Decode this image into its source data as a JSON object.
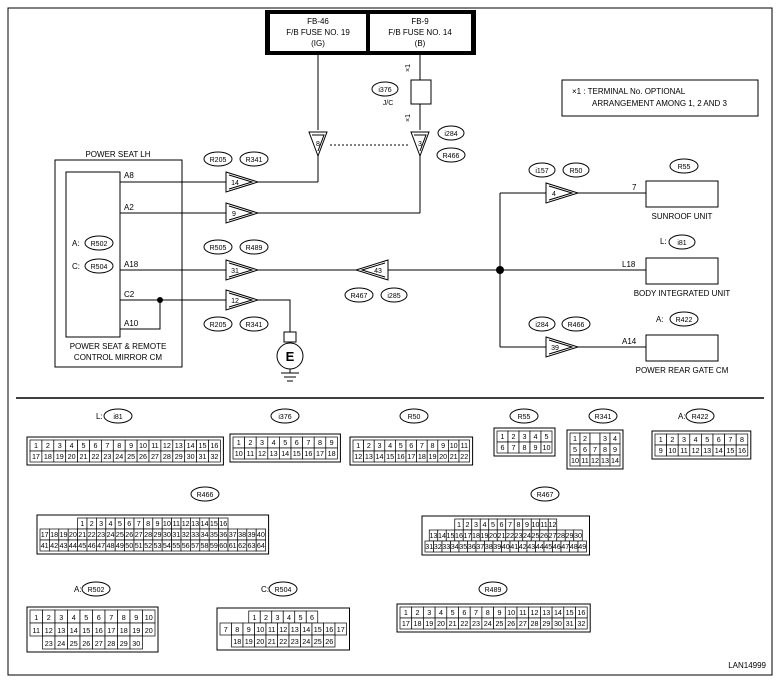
{
  "fuses": [
    {
      "id": "FB-46",
      "name": "F/B FUSE NO. 19",
      "sub": "(IG)"
    },
    {
      "id": "FB-9",
      "name": "F/B FUSE NO. 14",
      "sub": "(B)"
    }
  ],
  "note": {
    "mark": "×1",
    "line1": "×1 : TERMINAL No. OPTIONAL",
    "line2": "ARRANGEMENT AMONG 1, 2 AND 3"
  },
  "jc": {
    "conn": "i376",
    "label": "J/C",
    "star": "×1"
  },
  "power_seat": {
    "title": "POWER SEAT LH",
    "bottom1": "POWER SEAT & REMOTE",
    "bottom2": "CONTROL MIRROR CM",
    "conn_a": "R502",
    "conn_c": "R504",
    "prefix_a": "A:",
    "prefix_c": "C:"
  },
  "pins": {
    "a8": "A8",
    "a2": "A2",
    "a18": "A18",
    "c2": "C2",
    "a10": "A10"
  },
  "connectors": {
    "r205": "R205",
    "r341": "R341",
    "r505": "R505",
    "r489": "R489",
    "r467": "R467",
    "i285": "i285",
    "i284": "i284",
    "r466": "R466",
    "i157": "i157",
    "r50": "R50",
    "r55": "R55",
    "i81": "i81",
    "r422": "R422"
  },
  "terminals": {
    "t8": "8",
    "t3": "3",
    "t14": "14",
    "t9": "9",
    "t31": "31",
    "t12": "12",
    "t43": "43",
    "t4": "4",
    "t39": "39"
  },
  "units": {
    "sunroof": {
      "name": "SUNROOF UNIT",
      "conn": "R55",
      "pin": "7"
    },
    "body": {
      "name": "BODY INTEGRATED UNIT",
      "prefix": "L:",
      "conn": "i81",
      "pin": "L18"
    },
    "gate": {
      "name": "POWER REAR GATE CM",
      "prefix": "A:",
      "conn": "R422",
      "pin": "A14"
    }
  },
  "ground": "E",
  "figure_id": "LAN14999",
  "conn_views": {
    "i81": {
      "prefix": "L:",
      "name": "i81",
      "rows": [
        [
          "1",
          "2",
          "3",
          "4",
          "5",
          "6",
          "7",
          "8",
          "9",
          "10",
          "11",
          "12",
          "13",
          "14",
          "15",
          "16"
        ],
        [
          "17",
          "18",
          "19",
          "20",
          "21",
          "22",
          "23",
          "24",
          "25",
          "26",
          "27",
          "28",
          "29",
          "30",
          "31",
          "32"
        ]
      ]
    },
    "i376": {
      "name": "i376",
      "rows": [
        [
          "1",
          "2",
          "3",
          "4",
          "5",
          "6",
          "7",
          "8",
          "9"
        ],
        [
          "10",
          "11",
          "12",
          "13",
          "14",
          "15",
          "16",
          "17",
          "18"
        ]
      ]
    },
    "R50": {
      "name": "R50",
      "rows": [
        [
          "1",
          "2",
          "3",
          "4",
          "5",
          "6",
          "7",
          "8",
          "9",
          "10",
          "11"
        ],
        [
          "12",
          "13",
          "14",
          "15",
          "16",
          "17",
          "18",
          "19",
          "20",
          "21",
          "22"
        ]
      ]
    },
    "R55": {
      "name": "R55",
      "rows": [
        [
          "1",
          "2",
          "3",
          "4",
          "5"
        ],
        [
          "6",
          "7",
          "8",
          "9",
          "10"
        ]
      ]
    },
    "R341": {
      "name": "R341",
      "rows": [
        [
          "1",
          "2",
          "",
          "3",
          "4"
        ],
        [
          "5",
          "6",
          "7",
          "8",
          "9"
        ],
        [
          "10",
          "11",
          "12",
          "13",
          "14"
        ]
      ]
    },
    "R422": {
      "prefix": "A:",
      "name": "R422",
      "rows": [
        [
          "1",
          "2",
          "3",
          "4",
          "5",
          "6",
          "7",
          "8"
        ],
        [
          "9",
          "10",
          "11",
          "12",
          "13",
          "14",
          "15",
          "16"
        ]
      ]
    },
    "R466": {
      "name": "R466",
      "rows": [
        [
          "1",
          "2",
          "3",
          "4",
          "5",
          "6",
          "7",
          "8",
          "9",
          "10",
          "11",
          "12",
          "13",
          "14",
          "15",
          "16"
        ],
        [
          "17",
          "18",
          "19",
          "20",
          "21",
          "22",
          "23",
          "24",
          "25",
          "26",
          "27",
          "28",
          "29",
          "30",
          "31",
          "32",
          "33",
          "34",
          "35",
          "36",
          "37",
          "38",
          "39",
          "40"
        ],
        [
          "41",
          "42",
          "43",
          "44",
          "45",
          "46",
          "47",
          "48",
          "49",
          "50",
          "51",
          "52",
          "53",
          "54",
          "55",
          "56",
          "57",
          "58",
          "59",
          "60",
          "61",
          "62",
          "63",
          "64"
        ]
      ]
    },
    "R467": {
      "name": "R467",
      "rows": [
        [
          "1",
          "2",
          "3",
          "4",
          "5",
          "6",
          "7",
          "8",
          "9",
          "10",
          "11",
          "12"
        ],
        [
          "13",
          "14",
          "15",
          "16",
          "17",
          "18",
          "19",
          "20",
          "21",
          "22",
          "23",
          "24",
          "25",
          "26",
          "27",
          "28",
          "29",
          "30"
        ],
        [
          "31",
          "32",
          "33",
          "34",
          "35",
          "36",
          "37",
          "38",
          "39",
          "40",
          "41",
          "42",
          "43",
          "44",
          "45",
          "46",
          "47",
          "48",
          "49"
        ]
      ]
    },
    "R502": {
      "prefix": "A:",
      "name": "R502",
      "rows": [
        [
          "1",
          "2",
          "3",
          "4",
          "5",
          "6",
          "7",
          "8",
          "9",
          "10"
        ],
        [
          "11",
          "12",
          "13",
          "14",
          "15",
          "16",
          "17",
          "18",
          "19",
          "20"
        ],
        [
          "23",
          "24",
          "25",
          "26",
          "27",
          "28",
          "29",
          "30"
        ]
      ]
    },
    "R504": {
      "prefix": "C:",
      "name": "R504",
      "rows": [
        [
          "1",
          "2",
          "3",
          "4",
          "5",
          "6"
        ],
        [
          "7",
          "8",
          "9",
          "10",
          "11",
          "12",
          "13",
          "14",
          "15",
          "16",
          "17"
        ],
        [
          "18",
          "19",
          "20",
          "21",
          "22",
          "23",
          "24",
          "25",
          "26"
        ]
      ]
    },
    "R489": {
      "name": "R489",
      "rows": [
        [
          "1",
          "2",
          "3",
          "4",
          "5",
          "6",
          "7",
          "8",
          "9",
          "10",
          "11",
          "12",
          "13",
          "14",
          "15",
          "16"
        ],
        [
          "17",
          "18",
          "19",
          "20",
          "21",
          "22",
          "23",
          "24",
          "25",
          "26",
          "27",
          "28",
          "29",
          "30",
          "31",
          "32"
        ]
      ]
    }
  }
}
